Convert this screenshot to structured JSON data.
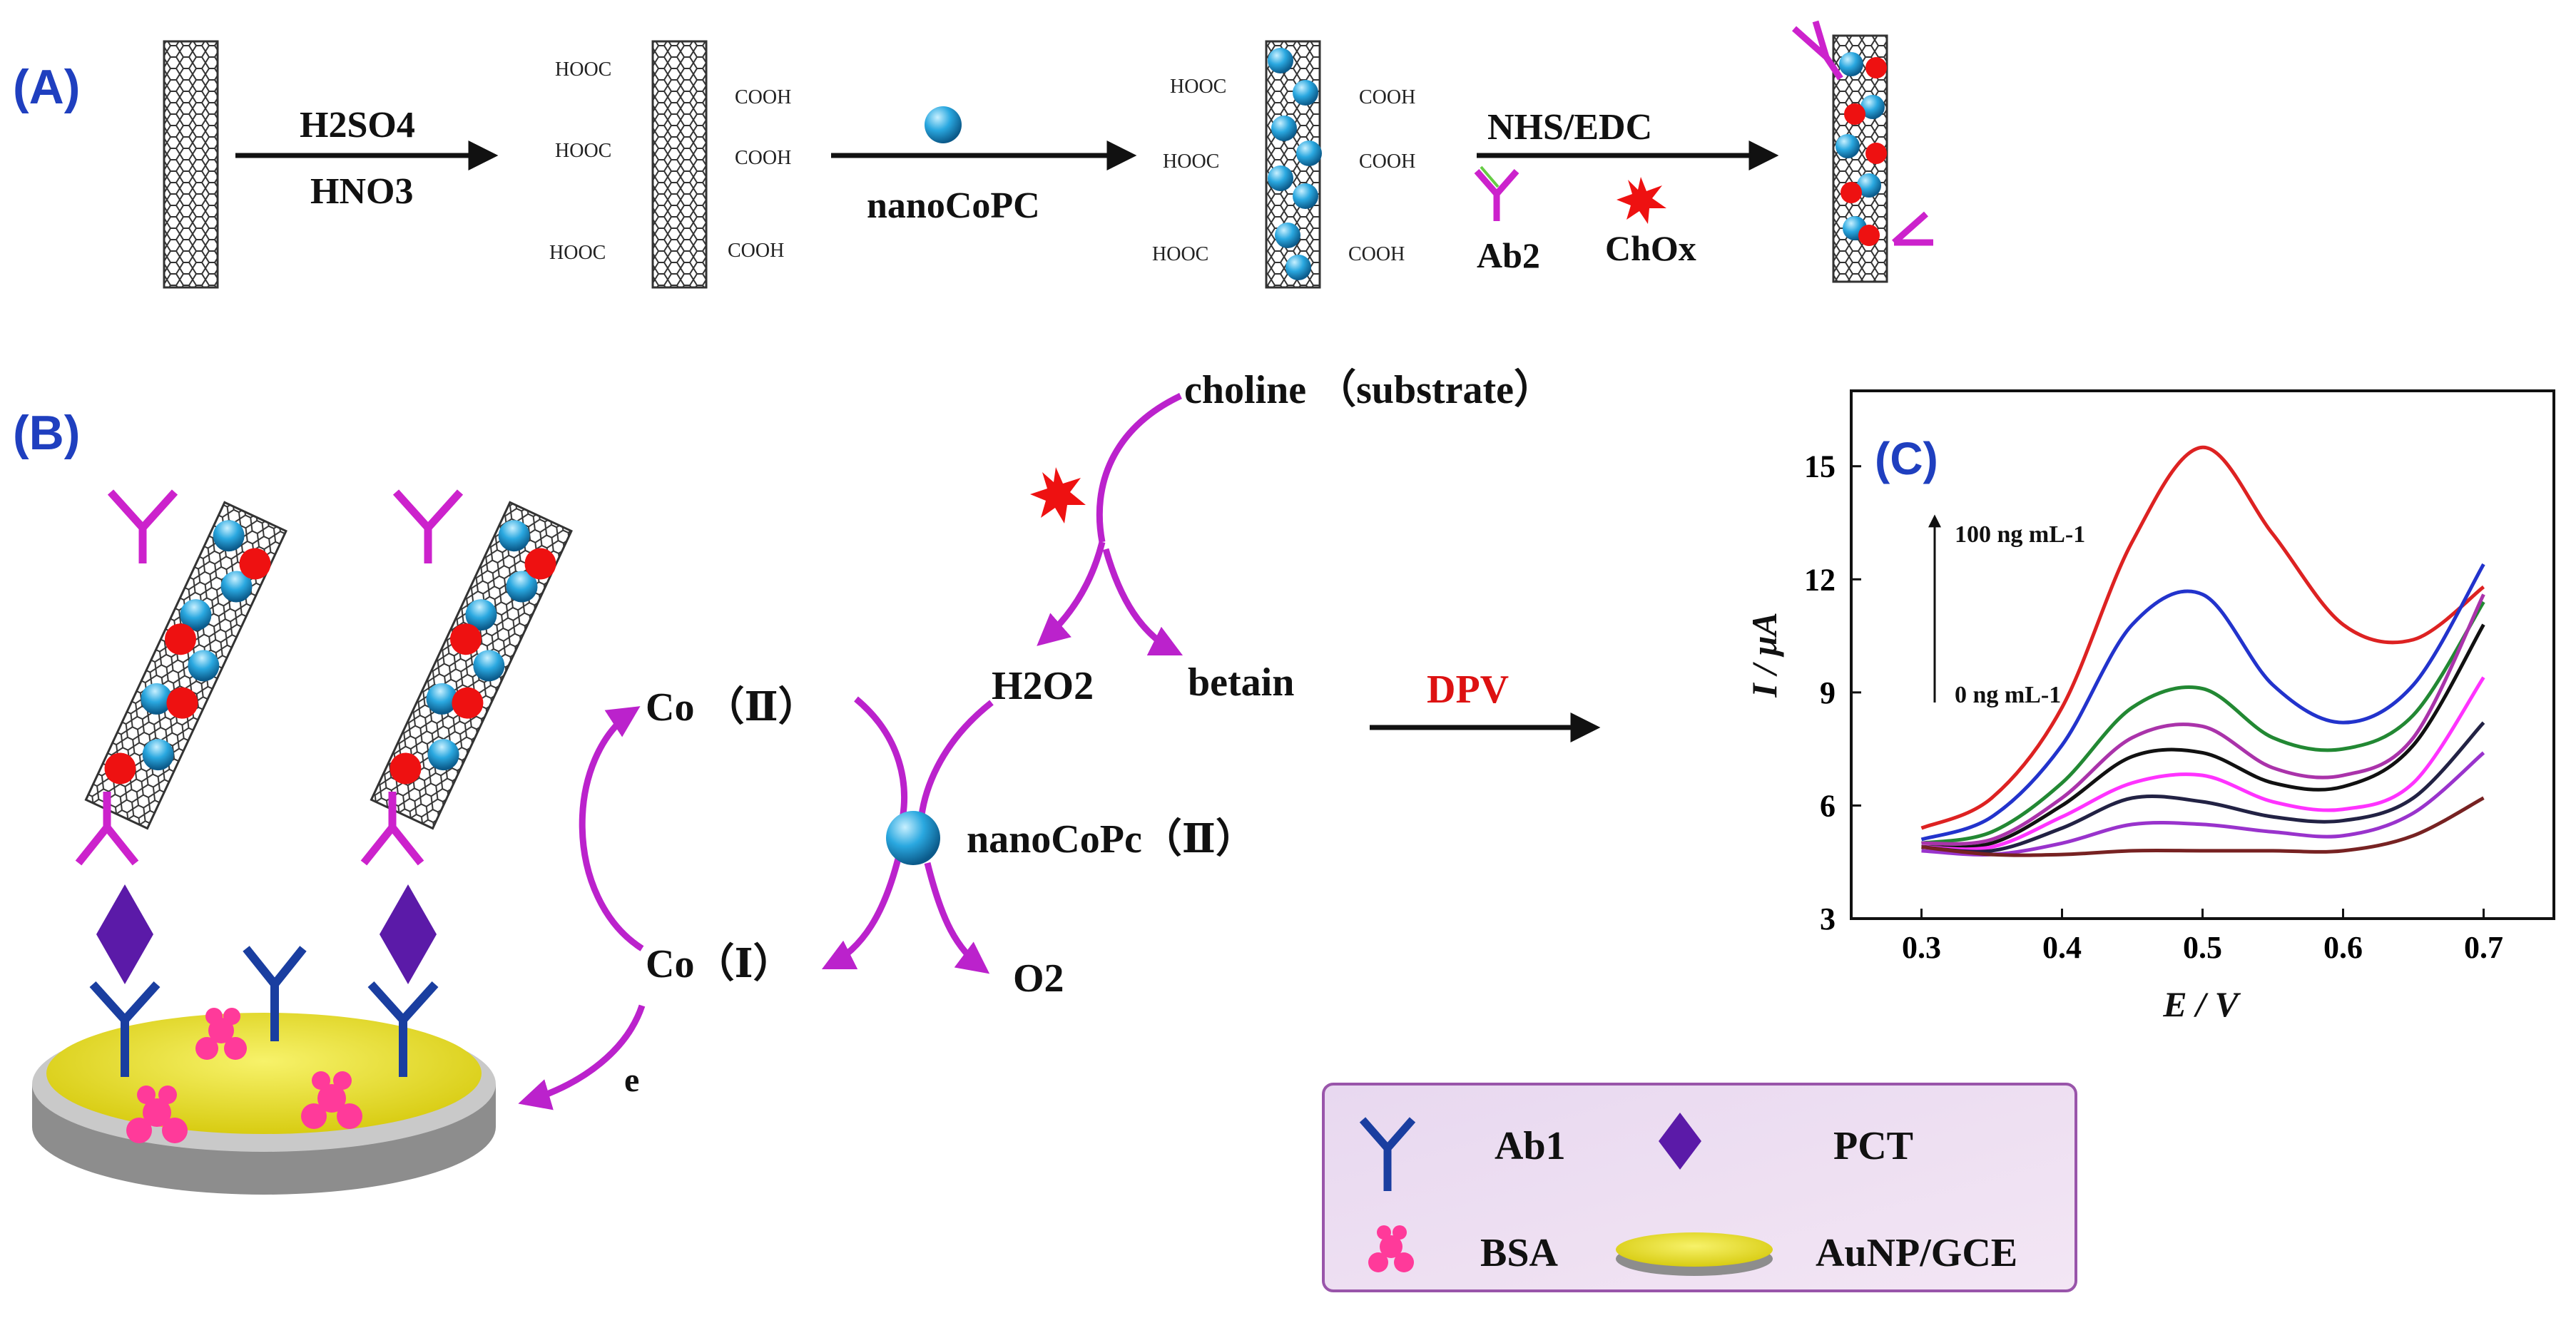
{
  "panels": {
    "a_label": "(A)",
    "b_label": "(B)",
    "c_label": "(C)"
  },
  "panel_a": {
    "step1_reagent_top": "H2SO4",
    "step1_reagent_bottom": "HNO3",
    "step2_reagent": "nanoCoPC",
    "step3_reagent": "NHS/EDC",
    "step3_ab_label": "Ab2",
    "step3_enzyme_label": "ChOx",
    "group_hooc": "HOOC",
    "group_cooh": "COOH"
  },
  "panel_b": {
    "substrate": "choline （substrate）",
    "h2o2": "H2O2",
    "betain": "betain",
    "dpv": "DPV",
    "co2": "Co （Ⅱ）",
    "co1": "Co（Ⅰ）",
    "catalyst": "nanoCoPc（Ⅱ）",
    "o2": "O2",
    "electron": "e"
  },
  "legend": {
    "ab1": "Ab1",
    "pct": "PCT",
    "bsa": "BSA",
    "electrode": "AuNP/GCE"
  },
  "colors": {
    "panel_label": "#1f3fbf",
    "arrow_purple": "#bb22cc",
    "dpv_red": "#dd1111",
    "cobalt_blue": "#2aa8e0",
    "chox_red": "#ee1111",
    "gold": "#e8e22a"
  },
  "chart_data": {
    "type": "line",
    "title": "",
    "xlabel": "E / V",
    "ylabel": "I / μA",
    "xlim": [
      0.25,
      0.75
    ],
    "ylim": [
      3,
      17
    ],
    "xticks": [
      0.3,
      0.4,
      0.5,
      0.6,
      0.7
    ],
    "yticks": [
      3,
      6,
      9,
      12,
      15
    ],
    "annotation_top": "100 ng mL-1",
    "annotation_bottom": "0 ng mL-1",
    "series": [
      {
        "color": "#dd2222",
        "x": [
          0.3,
          0.35,
          0.4,
          0.45,
          0.5,
          0.55,
          0.6,
          0.65,
          0.7
        ],
        "y": [
          5.4,
          6.2,
          8.6,
          13.0,
          15.5,
          13.2,
          10.8,
          10.4,
          11.8
        ]
      },
      {
        "color": "#2233cc",
        "x": [
          0.3,
          0.35,
          0.4,
          0.45,
          0.5,
          0.55,
          0.6,
          0.65,
          0.7
        ],
        "y": [
          5.1,
          5.7,
          7.6,
          10.8,
          11.6,
          9.2,
          8.2,
          9.2,
          12.4
        ]
      },
      {
        "color": "#228833",
        "x": [
          0.3,
          0.35,
          0.4,
          0.45,
          0.5,
          0.55,
          0.6,
          0.65,
          0.7
        ],
        "y": [
          5.0,
          5.3,
          6.6,
          8.6,
          9.1,
          7.8,
          7.5,
          8.4,
          11.4
        ]
      },
      {
        "color": "#aa33aa",
        "x": [
          0.3,
          0.35,
          0.4,
          0.45,
          0.5,
          0.55,
          0.6,
          0.65,
          0.7
        ],
        "y": [
          5.0,
          5.1,
          6.2,
          7.8,
          8.1,
          7.0,
          6.8,
          7.8,
          11.6
        ]
      },
      {
        "color": "#111111",
        "x": [
          0.3,
          0.35,
          0.4,
          0.45,
          0.5,
          0.55,
          0.6,
          0.65,
          0.7
        ],
        "y": [
          4.9,
          5.0,
          6.0,
          7.3,
          7.4,
          6.6,
          6.5,
          7.6,
          10.8
        ]
      },
      {
        "color": "#ff33ff",
        "x": [
          0.3,
          0.35,
          0.4,
          0.45,
          0.5,
          0.55,
          0.6,
          0.65,
          0.7
        ],
        "y": [
          4.9,
          4.9,
          5.7,
          6.6,
          6.8,
          6.1,
          5.9,
          6.6,
          9.4
        ]
      },
      {
        "color": "#222244",
        "x": [
          0.3,
          0.35,
          0.4,
          0.45,
          0.5,
          0.55,
          0.6,
          0.65,
          0.7
        ],
        "y": [
          4.9,
          4.8,
          5.4,
          6.2,
          6.1,
          5.7,
          5.6,
          6.2,
          8.2
        ]
      },
      {
        "color": "#9933cc",
        "x": [
          0.3,
          0.35,
          0.4,
          0.45,
          0.5,
          0.55,
          0.6,
          0.65,
          0.7
        ],
        "y": [
          4.8,
          4.7,
          5.0,
          5.5,
          5.5,
          5.3,
          5.2,
          5.8,
          7.4
        ]
      },
      {
        "color": "#772222",
        "x": [
          0.3,
          0.35,
          0.4,
          0.45,
          0.5,
          0.55,
          0.6,
          0.65,
          0.7
        ],
        "y": [
          4.9,
          4.7,
          4.7,
          4.8,
          4.8,
          4.8,
          4.8,
          5.2,
          6.2
        ]
      }
    ]
  }
}
